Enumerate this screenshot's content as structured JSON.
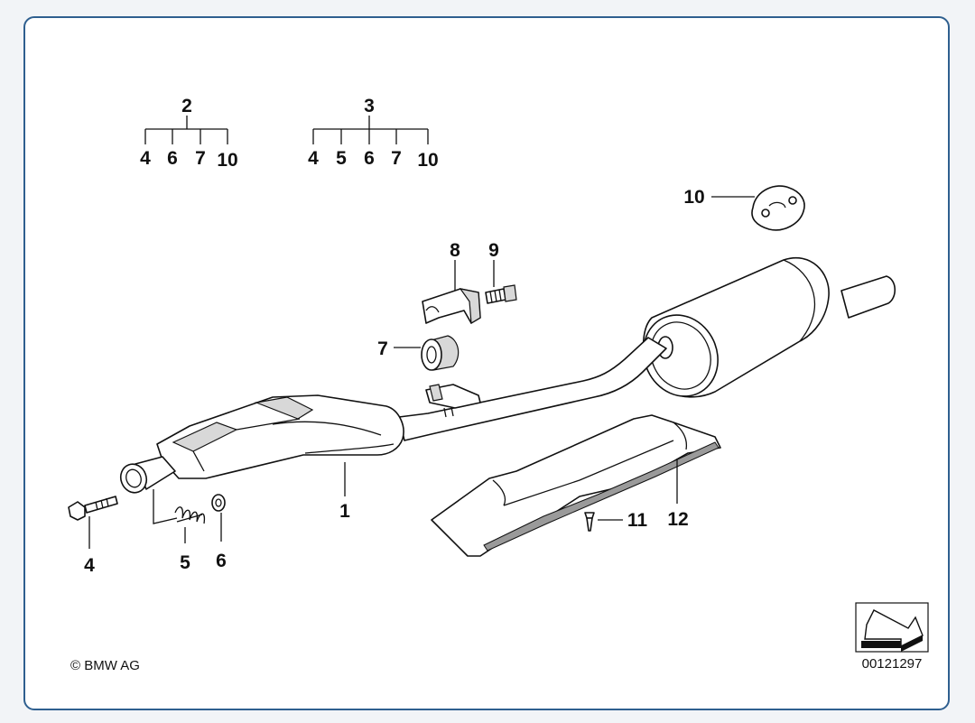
{
  "diagram": {
    "groups": [
      {
        "parent": "2",
        "children": [
          "4",
          "6",
          "7",
          "10"
        ]
      },
      {
        "parent": "3",
        "children": [
          "4",
          "5",
          "6",
          "7",
          "10"
        ]
      }
    ],
    "callouts": {
      "p1": "1",
      "p4": "4",
      "p5": "5",
      "p6": "6",
      "p7": "7",
      "p8": "8",
      "p9": "9",
      "p10": "10",
      "p11": "11",
      "p12": "12"
    },
    "copyright": "© BMW AG",
    "drawing_number": "00121297"
  }
}
